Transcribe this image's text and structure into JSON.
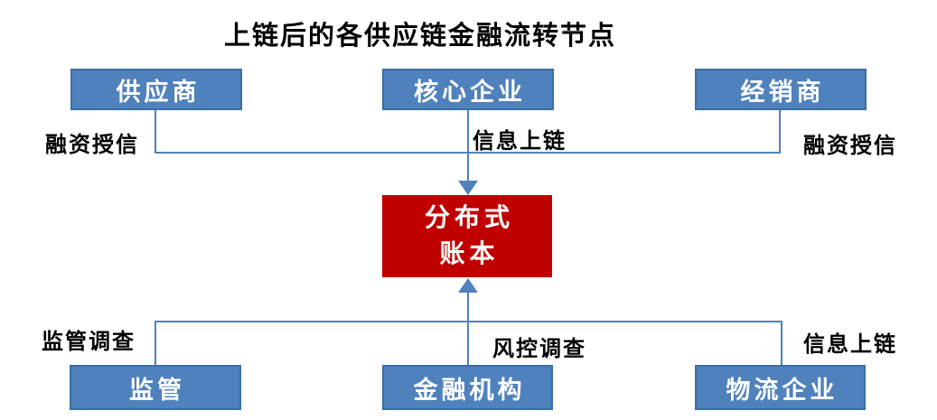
{
  "title": "上链后的各供应链金融流转节点",
  "colors": {
    "node_fill": "#4F81BD",
    "node_border": "#3A6EA5",
    "ledger_fill": "#C00000",
    "connector": "#4F81BD",
    "node_text": "#FFFFFF",
    "label_text": "#000000",
    "background": "#FFFFFF"
  },
  "nodes": {
    "supplier": "供应商",
    "core_enterprise": "核心企业",
    "distributor": "经销商",
    "regulator": "监管",
    "financial_institution": "金融机构",
    "logistics": "物流企业"
  },
  "ledger": {
    "line1": "分布式",
    "line2": "账本"
  },
  "edge_labels": {
    "financing_credit_left": "融资授信",
    "info_onchain_top": "信息上链",
    "financing_credit_right": "融资授信",
    "regulatory_investigation": "监管调查",
    "risk_control_investigation": "风控调查",
    "info_onchain_bottom": "信息上链"
  }
}
